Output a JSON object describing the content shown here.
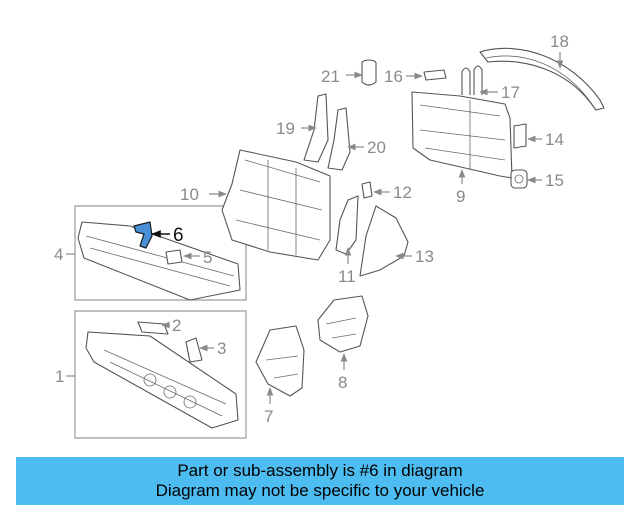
{
  "diagram": {
    "highlighted_part": "6",
    "highlight_color": "#4a90d9",
    "callouts": {
      "c1": "1",
      "c2": "2",
      "c3": "3",
      "c4": "4",
      "c5": "5",
      "c6": "6",
      "c7": "7",
      "c8": "8",
      "c9": "9",
      "c10": "10",
      "c11": "11",
      "c12": "12",
      "c13": "13",
      "c14": "14",
      "c15": "15",
      "c16": "16",
      "c17": "17",
      "c18": "18",
      "c19": "19",
      "c20": "20",
      "c21": "21"
    }
  },
  "banner": {
    "line1": "Part or sub-assembly is #6 in diagram",
    "line2": "Diagram may not be specific to your vehicle",
    "background": "#4dbcf0"
  }
}
